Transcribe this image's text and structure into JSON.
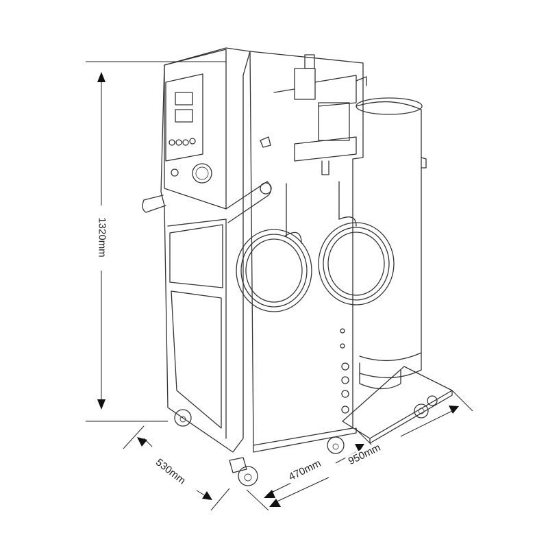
{
  "dimensions": {
    "height": "1320mm",
    "depth": "530mm",
    "width_cabinet": "470mm",
    "width_total": "950mm"
  }
}
